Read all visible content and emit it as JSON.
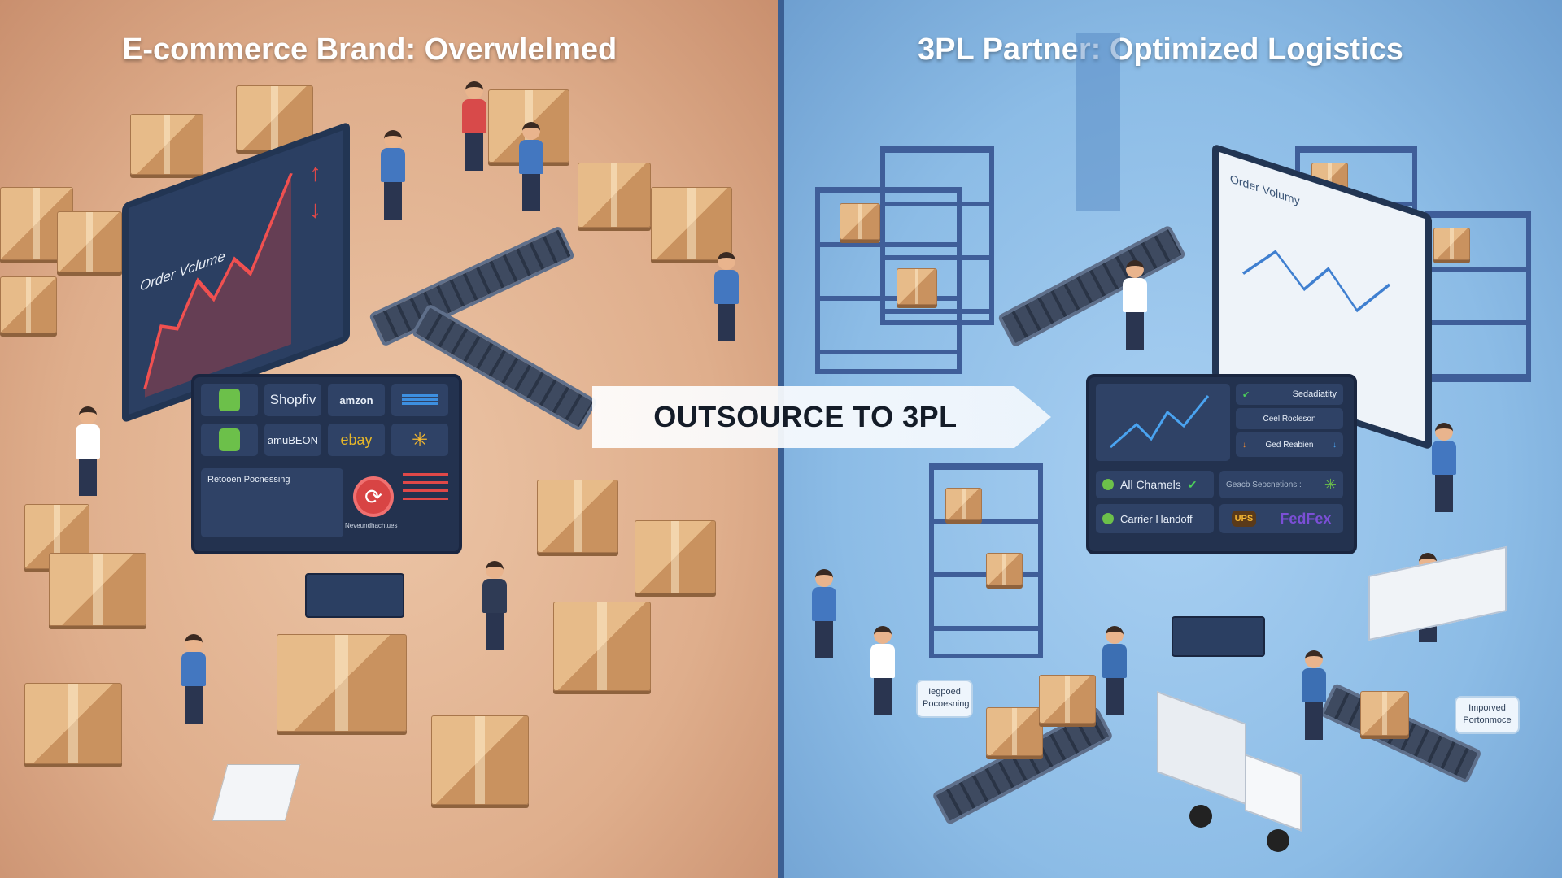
{
  "left": {
    "title": "E-commerce Brand: Overwlelmed",
    "monitor_label": "Order Vclume",
    "channels": [
      "Shopfiv",
      "amzon",
      "amuBEON",
      "ebay"
    ],
    "channel_icons": [
      "shopify-bag-icon",
      "amazon-logo",
      "list-icon",
      "shopify-bag-icon",
      "amazon-logo",
      "ebay-logo",
      "walmart-spark-icon"
    ],
    "returns_label": "Retooen Pocnessing",
    "refresh_caption": "Neveundhachtues",
    "accent": "#e04848",
    "background": "#dfae8c"
  },
  "right": {
    "title": "3PL Partner: Optimized Logistics",
    "monitor_label": "Order Volumy",
    "metrics": [
      "Sedadiatity",
      "Ceel Rocleson",
      "Ged Reabien"
    ],
    "status": [
      "All Chamels",
      "Carrier Handoff"
    ],
    "connections_label": "Geacb Seocnetions :",
    "carriers": [
      "UPS",
      "FedFex"
    ],
    "notes": [
      "Iegpoed Pocoesning",
      "Imporved Portonmoce"
    ],
    "accent": "#3f8fd8",
    "background": "#8cbce6"
  },
  "banner": {
    "label": "OUTSOURCE TO 3PL"
  }
}
